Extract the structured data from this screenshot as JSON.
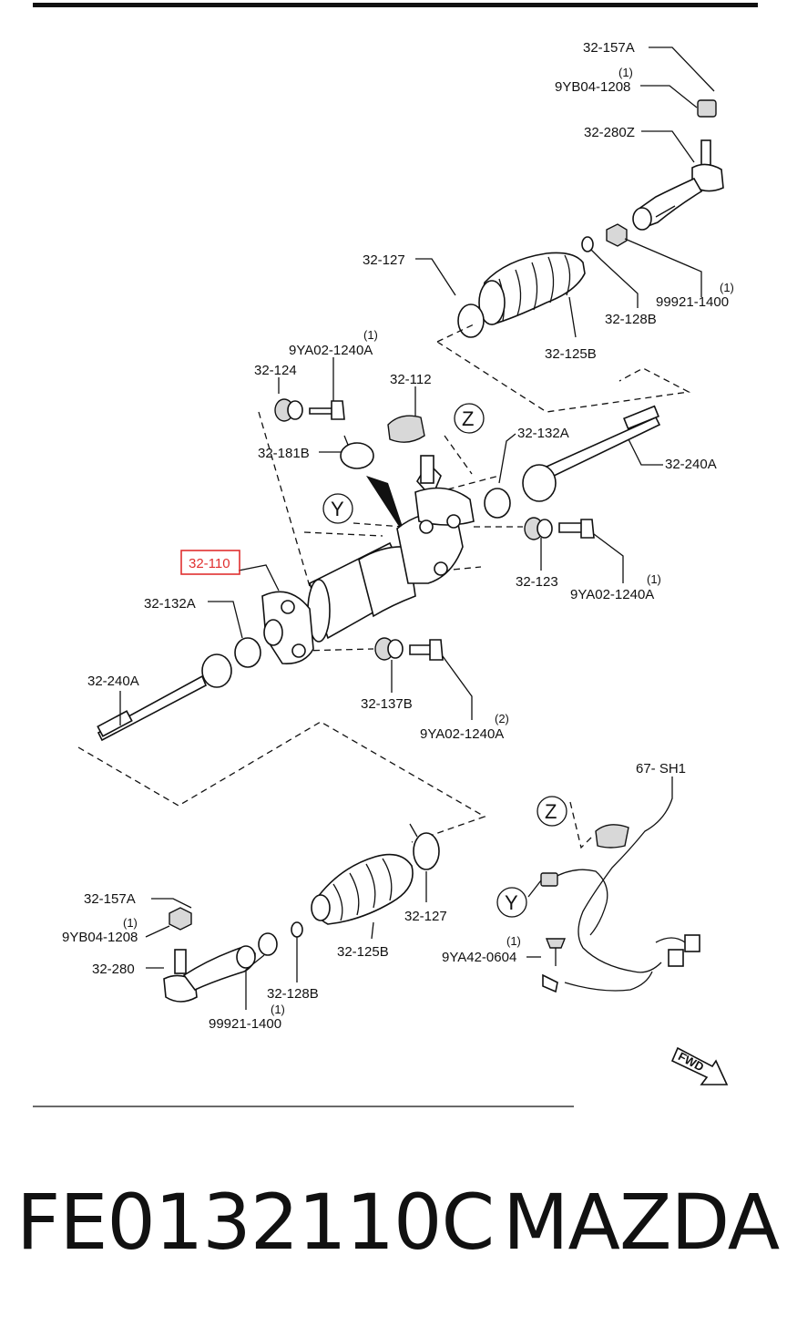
{
  "diagram": {
    "labels": {
      "l1": "32-157A",
      "l2": "(1)",
      "l3": "9YB04-1208",
      "l4": "32-280Z",
      "l5": "32-127",
      "l6": "(1)",
      "l7": "99921-1400",
      "l8": "32-128B",
      "l9": "32-125B",
      "l10": "(1)",
      "l11": "9YA02-1240A",
      "l12": "32-124",
      "l13": "32-112",
      "l14": "Z",
      "l15": "32-132A",
      "l16": "32-240A",
      "l17": "32-181B",
      "l18": "Y",
      "l19": "32-110",
      "l20": "32-132A",
      "l21": "32-123",
      "l22": "(1)",
      "l23": "9YA02-1240A",
      "l24": "32-240A",
      "l25": "32-137B",
      "l26": "(2)",
      "l27": "9YA02-1240A",
      "l28": "67- SH1",
      "l29": "Z",
      "l30": "Y",
      "l31": "32-157A",
      "l32": "(1)",
      "l33": "9YB04-1208",
      "l34": "32-127",
      "l35": "32-125B",
      "l36": "(1)",
      "l37": "9YA42-0604",
      "l38": "32-280",
      "l39": "32-128B",
      "l40": "(1)",
      "l41": "99921-1400",
      "l42": "FWD"
    },
    "highlight": {
      "label": "32-110",
      "color": "#e03030"
    }
  },
  "caption": {
    "part_number": "FE0132110C",
    "brand": "MAZDA"
  }
}
